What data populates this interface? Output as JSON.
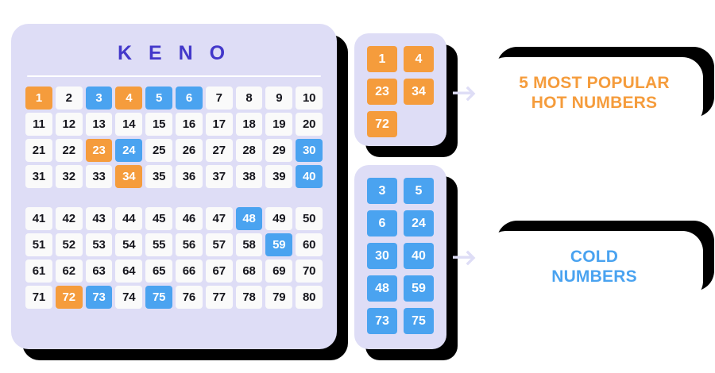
{
  "theme": {
    "hot_color": "#F59C3C",
    "cold_color": "#4AA3F0",
    "panel_bg": "#DEDDF6",
    "title_color": "#4338CA",
    "cell_bg": "#FAFAFA",
    "cell_text": "#16161D",
    "shadow_color": "#000000",
    "arrow_color": "#DEDDF6"
  },
  "keno": {
    "title": "K E N O",
    "grid_top": [
      [
        {
          "n": "1",
          "s": "hot"
        },
        {
          "n": "2",
          "s": "plain"
        },
        {
          "n": "3",
          "s": "cold"
        },
        {
          "n": "4",
          "s": "hot"
        },
        {
          "n": "5",
          "s": "cold"
        },
        {
          "n": "6",
          "s": "cold"
        },
        {
          "n": "7",
          "s": "plain"
        },
        {
          "n": "8",
          "s": "plain"
        },
        {
          "n": "9",
          "s": "plain"
        },
        {
          "n": "10",
          "s": "plain"
        }
      ],
      [
        {
          "n": "11",
          "s": "plain"
        },
        {
          "n": "12",
          "s": "plain"
        },
        {
          "n": "13",
          "s": "plain"
        },
        {
          "n": "14",
          "s": "plain"
        },
        {
          "n": "15",
          "s": "plain"
        },
        {
          "n": "16",
          "s": "plain"
        },
        {
          "n": "17",
          "s": "plain"
        },
        {
          "n": "18",
          "s": "plain"
        },
        {
          "n": "19",
          "s": "plain"
        },
        {
          "n": "20",
          "s": "plain"
        }
      ],
      [
        {
          "n": "21",
          "s": "plain"
        },
        {
          "n": "22",
          "s": "plain"
        },
        {
          "n": "23",
          "s": "hot"
        },
        {
          "n": "24",
          "s": "cold"
        },
        {
          "n": "25",
          "s": "plain"
        },
        {
          "n": "26",
          "s": "plain"
        },
        {
          "n": "27",
          "s": "plain"
        },
        {
          "n": "28",
          "s": "plain"
        },
        {
          "n": "29",
          "s": "plain"
        },
        {
          "n": "30",
          "s": "cold"
        }
      ],
      [
        {
          "n": "31",
          "s": "plain"
        },
        {
          "n": "32",
          "s": "plain"
        },
        {
          "n": "33",
          "s": "plain"
        },
        {
          "n": "34",
          "s": "hot"
        },
        {
          "n": "35",
          "s": "plain"
        },
        {
          "n": "36",
          "s": "plain"
        },
        {
          "n": "37",
          "s": "plain"
        },
        {
          "n": "38",
          "s": "plain"
        },
        {
          "n": "39",
          "s": "plain"
        },
        {
          "n": "40",
          "s": "cold"
        }
      ]
    ],
    "grid_bottom": [
      [
        {
          "n": "41",
          "s": "plain"
        },
        {
          "n": "42",
          "s": "plain"
        },
        {
          "n": "43",
          "s": "plain"
        },
        {
          "n": "44",
          "s": "plain"
        },
        {
          "n": "45",
          "s": "plain"
        },
        {
          "n": "46",
          "s": "plain"
        },
        {
          "n": "47",
          "s": "plain"
        },
        {
          "n": "48",
          "s": "cold"
        },
        {
          "n": "49",
          "s": "plain"
        },
        {
          "n": "50",
          "s": "plain"
        }
      ],
      [
        {
          "n": "51",
          "s": "plain"
        },
        {
          "n": "52",
          "s": "plain"
        },
        {
          "n": "53",
          "s": "plain"
        },
        {
          "n": "54",
          "s": "plain"
        },
        {
          "n": "55",
          "s": "plain"
        },
        {
          "n": "56",
          "s": "plain"
        },
        {
          "n": "57",
          "s": "plain"
        },
        {
          "n": "58",
          "s": "plain"
        },
        {
          "n": "59",
          "s": "cold"
        },
        {
          "n": "60",
          "s": "plain"
        }
      ],
      [
        {
          "n": "61",
          "s": "plain"
        },
        {
          "n": "62",
          "s": "plain"
        },
        {
          "n": "63",
          "s": "plain"
        },
        {
          "n": "64",
          "s": "plain"
        },
        {
          "n": "65",
          "s": "plain"
        },
        {
          "n": "66",
          "s": "plain"
        },
        {
          "n": "67",
          "s": "plain"
        },
        {
          "n": "68",
          "s": "plain"
        },
        {
          "n": "69",
          "s": "plain"
        },
        {
          "n": "70",
          "s": "plain"
        }
      ],
      [
        {
          "n": "71",
          "s": "plain"
        },
        {
          "n": "72",
          "s": "hot"
        },
        {
          "n": "73",
          "s": "cold"
        },
        {
          "n": "74",
          "s": "plain"
        },
        {
          "n": "75",
          "s": "cold"
        },
        {
          "n": "76",
          "s": "plain"
        },
        {
          "n": "77",
          "s": "plain"
        },
        {
          "n": "78",
          "s": "plain"
        },
        {
          "n": "79",
          "s": "plain"
        },
        {
          "n": "80",
          "s": "plain"
        }
      ]
    ]
  },
  "hot_panel": {
    "numbers": [
      "1",
      "4",
      "23",
      "34",
      "72"
    ],
    "label_line1": "5 MOST POPULAR",
    "label_line2": "HOT NUMBERS"
  },
  "cold_panel": {
    "numbers": [
      "3",
      "5",
      "6",
      "24",
      "30",
      "40",
      "48",
      "59",
      "73",
      "75"
    ],
    "label_line1": "COLD",
    "label_line2": "NUMBERS"
  },
  "arrows": {
    "hot_arrow": "arrow-right-icon",
    "cold_arrow": "arrow-right-icon"
  }
}
